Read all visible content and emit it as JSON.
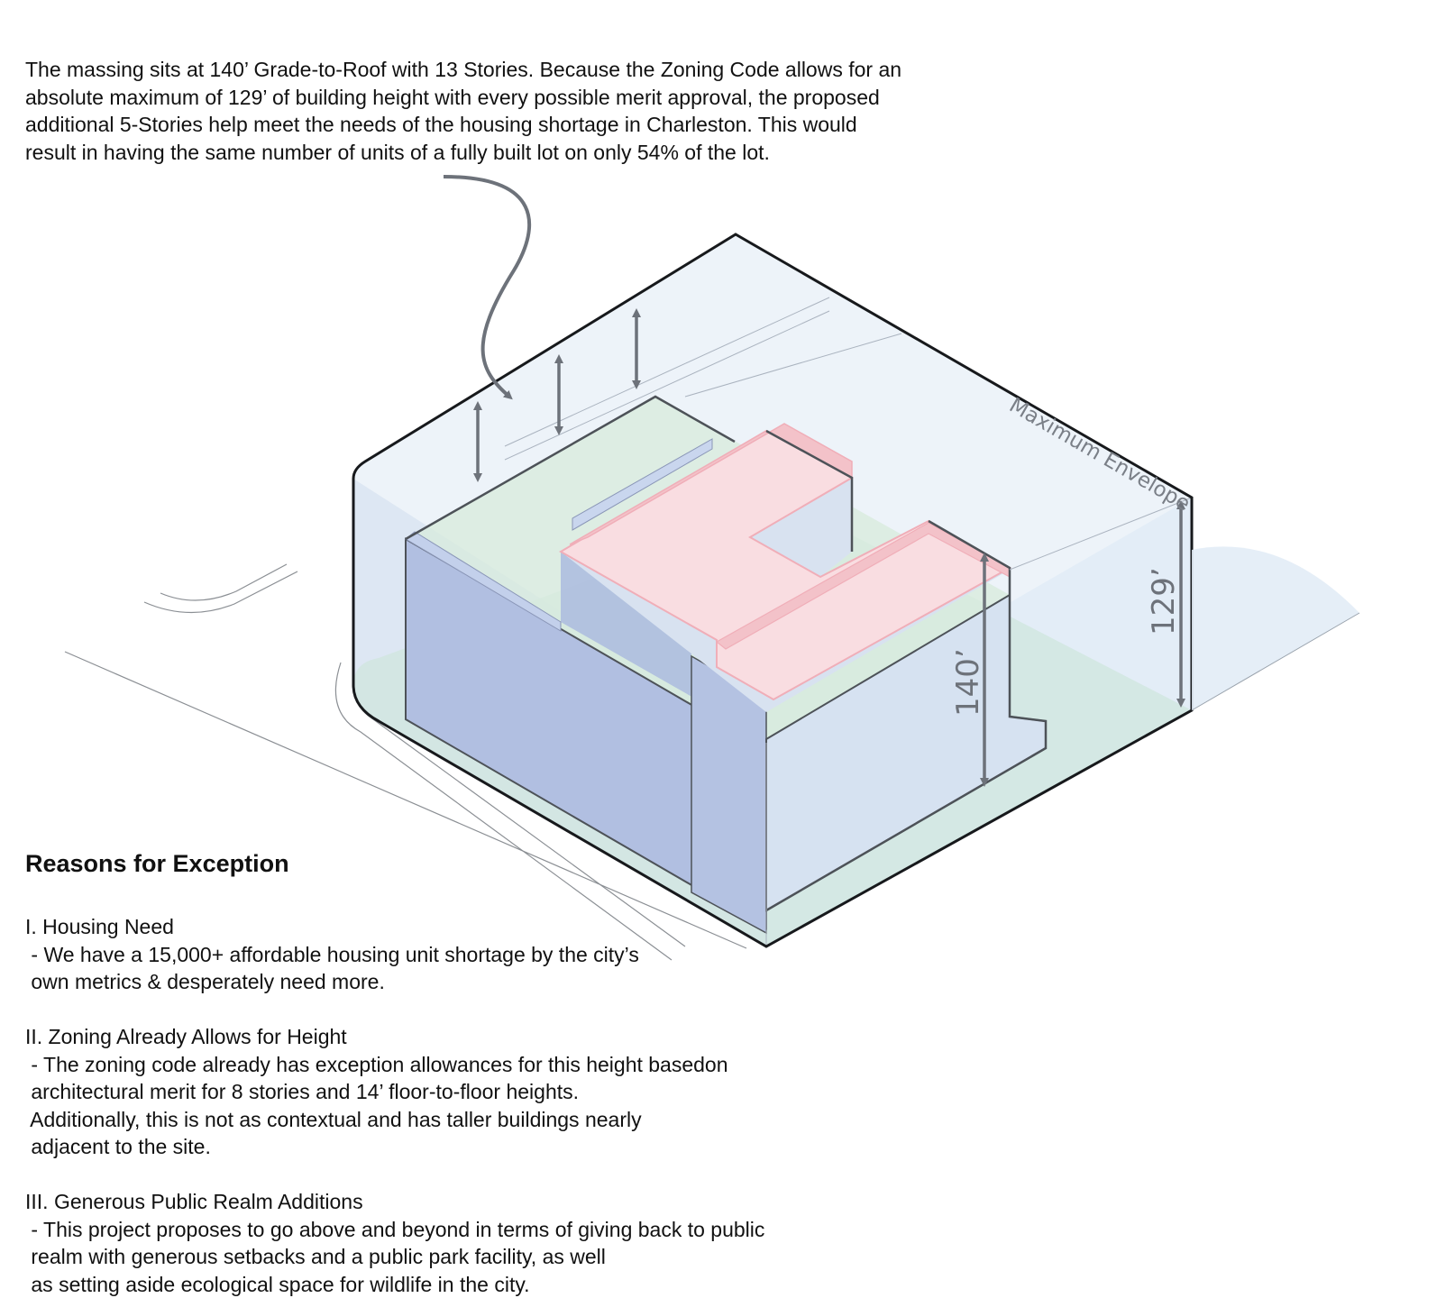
{
  "intro": {
    "lines": [
      "The massing sits at 140’ Grade-to-Roof with 13 Stories. Because the Zoning Code allows for an",
      "absolute maximum of 129’ of building height with every possible merit approval, the proposed",
      "additional 5-Stories help meet the needs of the housing shortage in Charleston. This would",
      "result in having the same number of units of a fully built lot on only 54% of the lot."
    ]
  },
  "diagram": {
    "envelope_label": "Maximum Envelope",
    "height_140": "140’",
    "height_129": "129’",
    "colors": {
      "envelope": "#e9f1f8",
      "green_lot": "#dcebe2",
      "blue_facade": "#b4c2e2",
      "light_facade": "#d6e2f1",
      "pink_roof": "#f9dde1",
      "pink_edge": "#f2b4bd",
      "arrow": "#6d727a"
    }
  },
  "reasons": {
    "title": "Reasons for Exception",
    "items": [
      {
        "heading": "I. Housing Need",
        "lines": [
          " - We have a 15,000+ affordable housing unit shortage by the city’s",
          " own metrics & desperately need more."
        ]
      },
      {
        "heading": "II. Zoning Already Allows for Height",
        "lines": [
          " - The zoning code already has exception allowances for this height basedon",
          " architectural merit for 8 stories and 14’ floor-to-floor heights.",
          " Additionally, this is not as contextual and has taller buildings nearly",
          " adjacent to the site."
        ]
      },
      {
        "heading": "III. Generous Public Realm Additions",
        "lines": [
          " - This project proposes to go above and beyond in terms of giving back to public",
          " realm with generous setbacks and a public park facility, as well",
          " as setting aside ecological space for wildlife in the city."
        ]
      }
    ]
  }
}
